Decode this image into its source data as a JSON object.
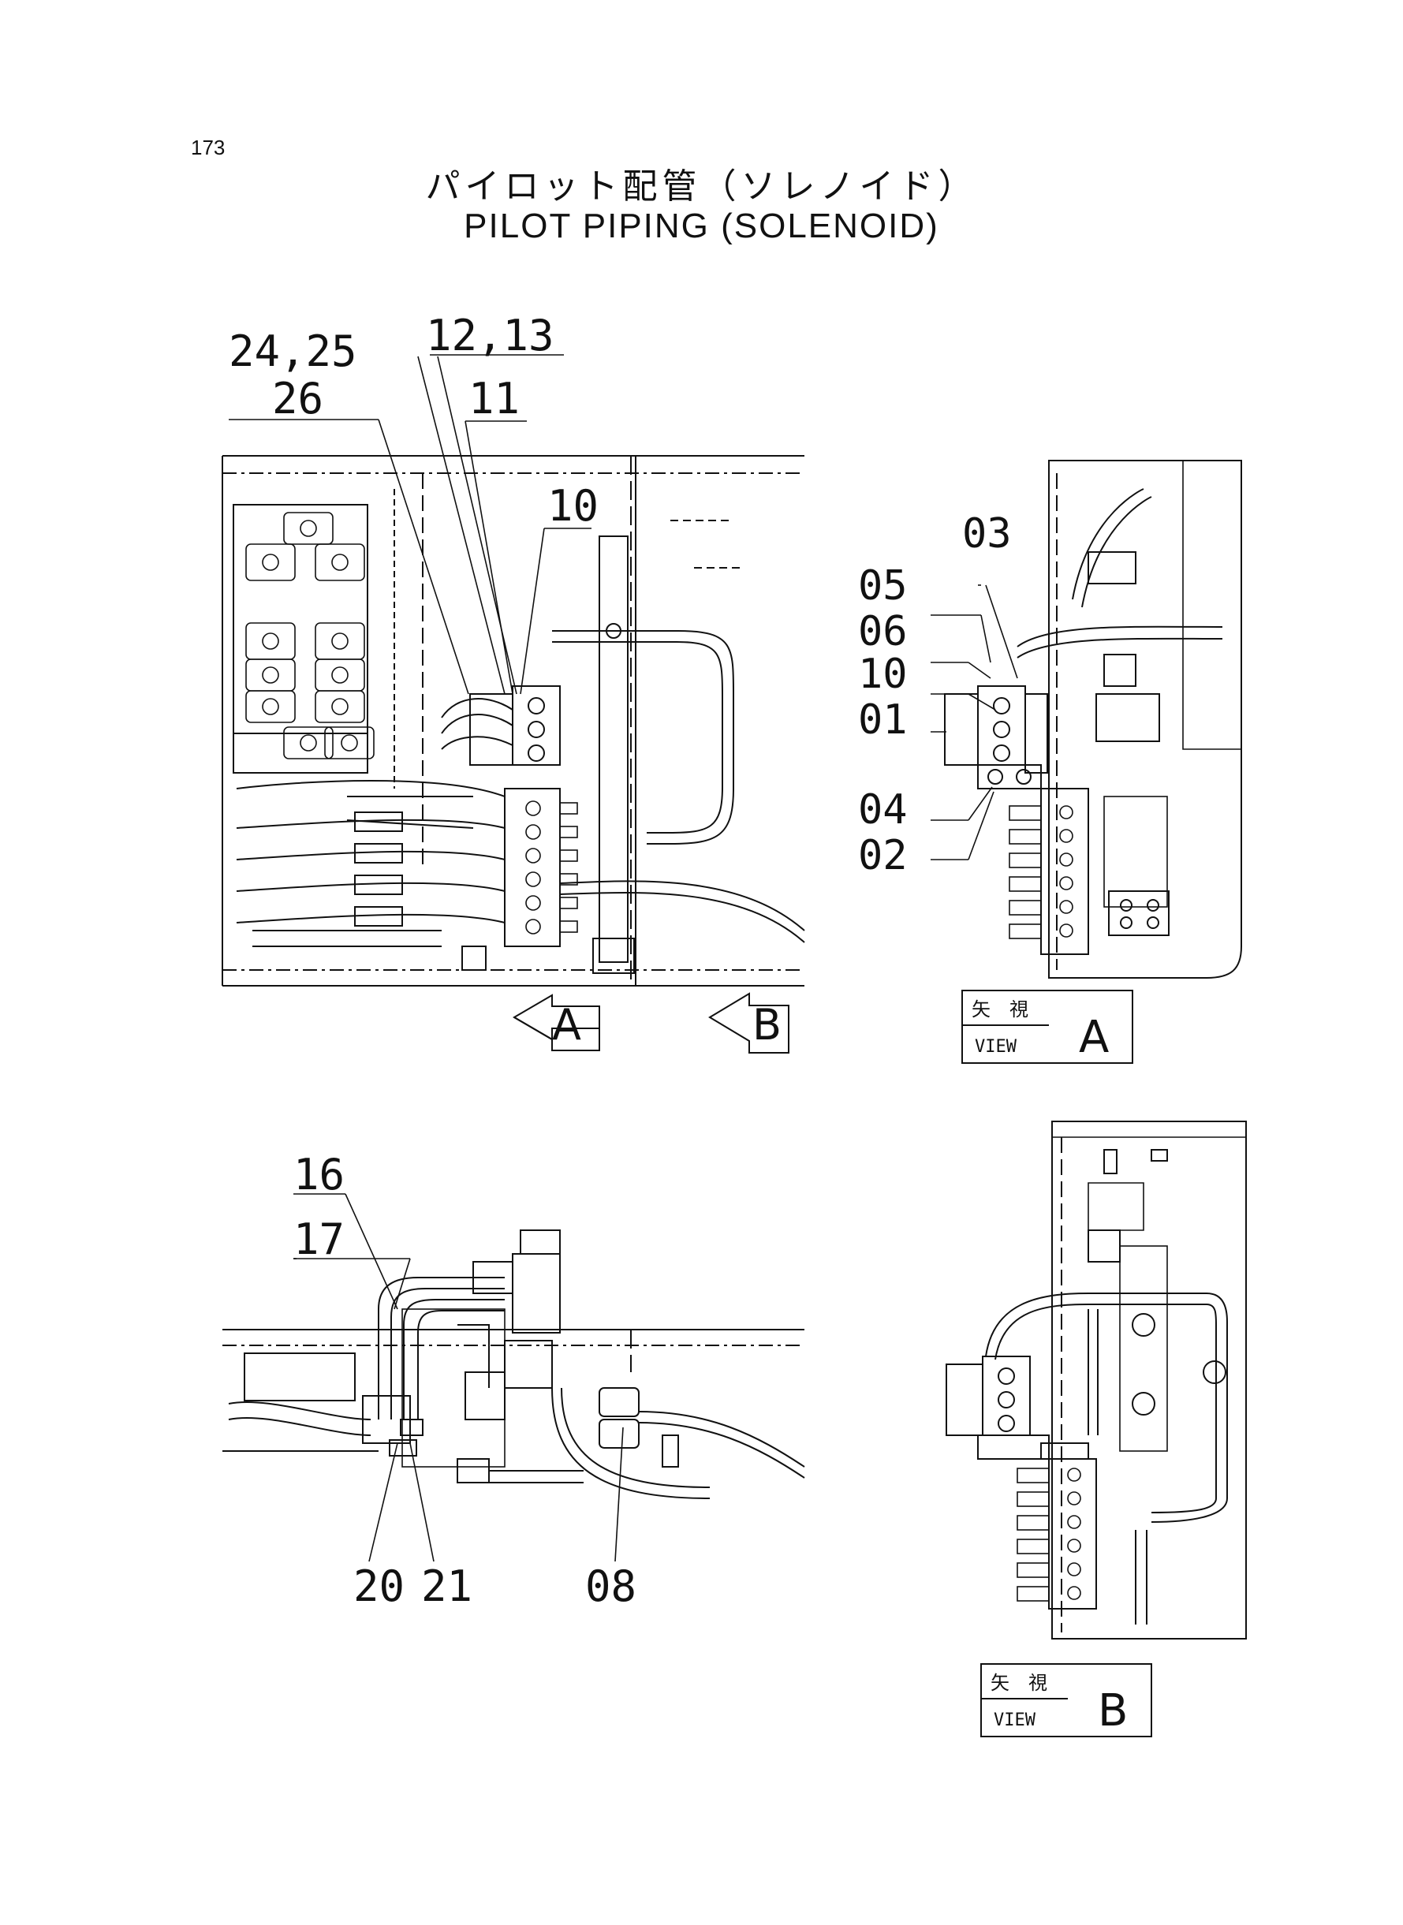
{
  "page_number": "173",
  "title_jp": "パイロット配管（ソレノイド）",
  "title_en": "PILOT PIPING (SOLENOID)",
  "callouts": {
    "c24_25": "24,25",
    "c12_13": "12,13",
    "c26": "26",
    "c11": "11",
    "c10_main": "10",
    "c03": "03",
    "c05": "05",
    "c06": "06",
    "c10_view": "10",
    "c01": "01",
    "c04": "04",
    "c02": "02",
    "c16": "16",
    "c17": "17",
    "c20": "20",
    "c21": "21",
    "c08": "08"
  },
  "arrows": {
    "a": "A",
    "b": "B"
  },
  "view_a": {
    "jp": "矢　視",
    "en": "VIEW",
    "letter": "A"
  },
  "view_b": {
    "jp": "矢　視",
    "en": "VIEW",
    "letter": "B"
  }
}
